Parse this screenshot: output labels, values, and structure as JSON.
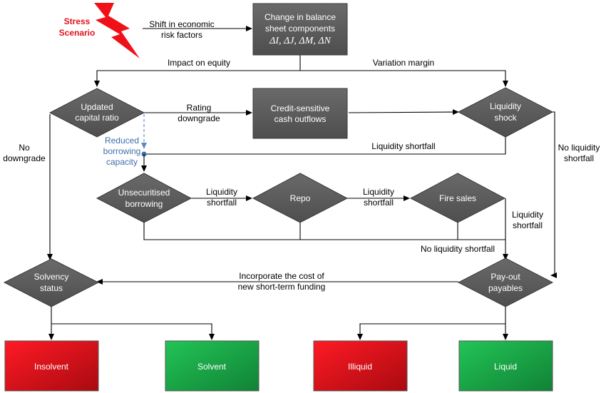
{
  "stress": {
    "line1": "Stress",
    "line2": "Scenario"
  },
  "nodes": {
    "balance_sheet": {
      "line1": "Change in balance",
      "line2": "sheet components",
      "line3": "ΔI, ΔJ, ΔM, ΔN"
    },
    "updated_capital": {
      "line1": "Updated",
      "line2": "capital ratio"
    },
    "credit_sensitive": {
      "line1": "Credit-sensitive",
      "line2": "cash outflows"
    },
    "liquidity_shock": {
      "line1": "Liquidity",
      "line2": "shock"
    },
    "unsecuritised": {
      "line1": "Unsecuritised",
      "line2": "borrowing"
    },
    "repo": {
      "line1": "Repo"
    },
    "fire_sales": {
      "line1": "Fire sales"
    },
    "solvency_status": {
      "line1": "Solvency",
      "line2": "status"
    },
    "payout": {
      "line1": "Pay-out",
      "line2": "payables"
    },
    "insolvent": {
      "line1": "Insolvent"
    },
    "solvent": {
      "line1": "Solvent"
    },
    "illiquid": {
      "line1": "Illiquid"
    },
    "liquid": {
      "line1": "Liquid"
    }
  },
  "edges": {
    "shift": {
      "line1": "Shift in economic",
      "line2": "risk factors"
    },
    "impact_equity": "Impact on equity",
    "variation_margin": "Variation margin",
    "rating_downgrade": {
      "line1": "Rating",
      "line2": "downgrade"
    },
    "liquidity_shortfall_top": "Liquidity shortfall",
    "reduced_borrowing": {
      "line1": "Reduced",
      "line2": "borrowing",
      "line3": "capacity"
    },
    "no_downgrade": {
      "line1": "No",
      "line2": "downgrade"
    },
    "no_liquidity_shortfall_right": {
      "line1": "No liquidity",
      "line2": "shortfall"
    },
    "shortfall_unsec_repo": {
      "line1": "Liquidity",
      "line2": "shortfall"
    },
    "shortfall_repo_fire": {
      "line1": "Liquidity",
      "line2": "shortfall"
    },
    "shortfall_fire": {
      "line1": "Liquidity",
      "line2": "shortfall"
    },
    "no_liquidity_shortfall_mid": "No liquidity shortfall",
    "incorporate_cost": {
      "line1": "Incorporate the cost of",
      "line2": "new short-term funding"
    }
  },
  "colors": {
    "node_dark": "#595959",
    "node_border": "#404040",
    "red_gradient": [
      "#f7101c",
      "#b30a0f"
    ],
    "green_gradient": [
      "#1dbb4f",
      "#138a3a"
    ],
    "stress_red": "#e0141e",
    "dashed_blue": "#5a8ac6"
  }
}
